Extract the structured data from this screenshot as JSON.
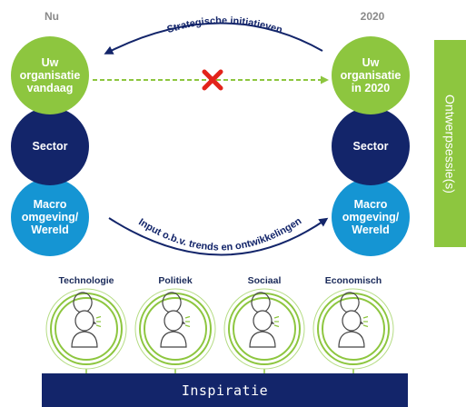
{
  "columns": {
    "left": "Nu",
    "right": "2020"
  },
  "left_circles": [
    {
      "label": "Uw\norganisatie\nvandaag",
      "color": "#8dc63f"
    },
    {
      "label": "Sector",
      "color": "#13256a"
    },
    {
      "label": "Macro\nomgeving/\nWereld",
      "color": "#1595d3"
    }
  ],
  "right_circles": [
    {
      "label": "Uw\norganisatie\nin 2020",
      "color": "#8dc63f"
    },
    {
      "label": "Sector",
      "color": "#13256a"
    },
    {
      "label": "Macro\nomgeving/\nWereld",
      "color": "#1595d3"
    }
  ],
  "top_arc_text": "Strategische initiatieven",
  "bottom_arc_text": "Input o.b.v. trends en ontwikkelingen",
  "side_panel": "Ontwerpsessie(s)",
  "categories": [
    "Technologie",
    "Politiek",
    "Sociaal",
    "Economisch"
  ],
  "footer": "Inspiratie",
  "colors": {
    "green": "#8dc63f",
    "navy": "#13256a",
    "blue": "#1595d3",
    "cross": "#e2231a"
  },
  "icons": [
    "person-speaking-icon",
    "cross-icon",
    "arrow-icon"
  ]
}
